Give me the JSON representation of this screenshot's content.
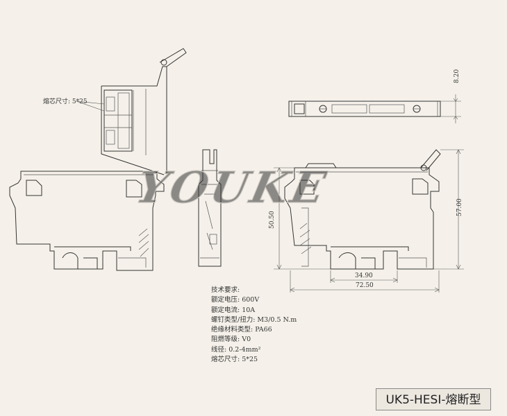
{
  "watermark": "YOUKE",
  "callout_label": "熔芯尺寸: 5*25",
  "dimensions": {
    "top_height": "8.20",
    "side_height_left": "50.50",
    "side_height_right": "57.00",
    "rail_width": "34.90",
    "overall_width": "72.50"
  },
  "specs": {
    "title": "技术要求:",
    "lines": [
      "额定电压: 600V",
      "额定电流: 10A",
      "螺钉类型/扭力: M3/0.5 N.m",
      "绝缘材料类型: PA66",
      "阻燃等级: V0",
      "线径: 0.2-4mm²",
      "熔芯尺寸: 5*25"
    ]
  },
  "model": "UK5-HESI-熔断型"
}
